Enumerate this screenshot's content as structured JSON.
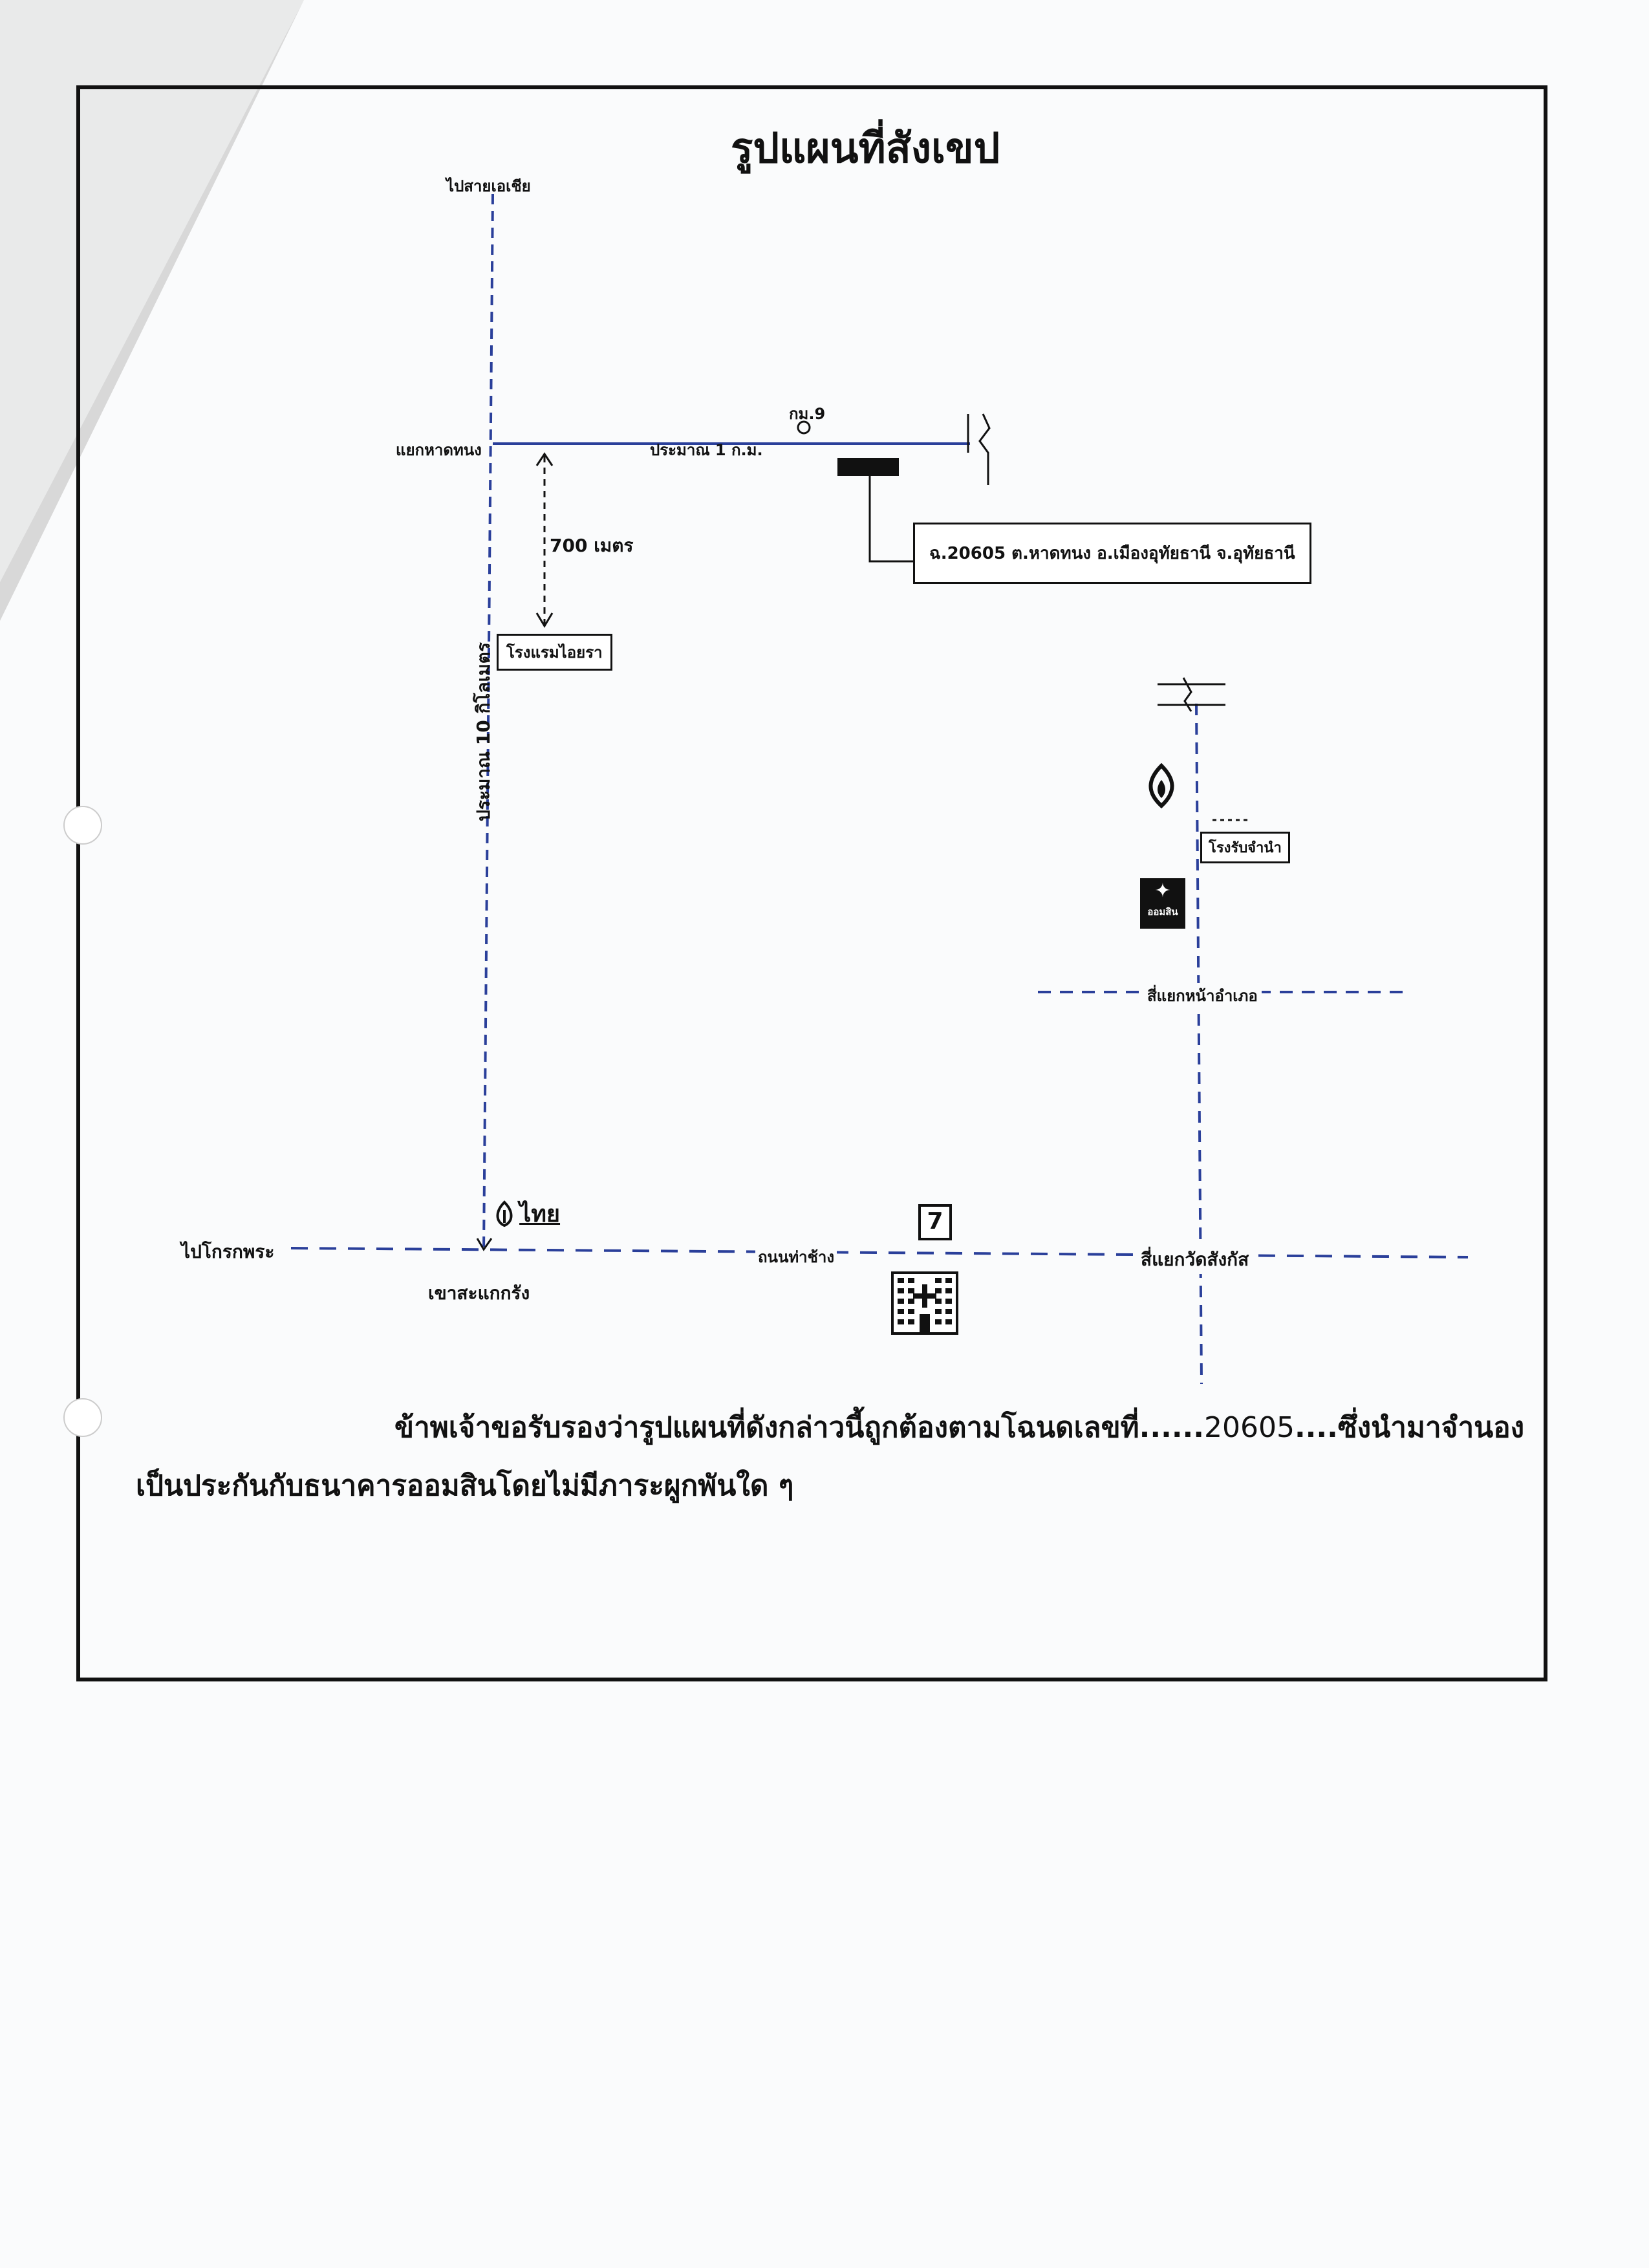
{
  "title": "รูปแผนที่สังเขป",
  "labels": {
    "to_asia_road": "ไปสายเอเชีย",
    "haad_thanong_junction": "แยกหาดทนง",
    "approx_1km": "ประมาณ 1 ก.ม.",
    "km_marker": "กม.9",
    "distance_700m": "700 เมตร",
    "hotel": "โรงแรมไอยรา",
    "approx_10km": "ประมาณ 10 กิโลเมตร",
    "deed_location": "ฉ.20605 ต.หาดทนง อ.เมืองอุทัยธานี จ.อุทัยธานี",
    "pawnshop": "โรงรับจำนำ",
    "gsb_logo_text": "ออมสิน",
    "district_office_junction": "สี่แยกหน้าอำเภอ",
    "to_krok_phra": "ไปโกรกพระ",
    "khao_sakae_krang": "เขาสะแกกรัง",
    "tha_chang_road": "ถนนท่าช้าง",
    "wat_sangkas_junction": "สี่แยกวัดสังกัส",
    "ptt_logo_text": "ไทย"
  },
  "certification": {
    "line1_prefix": "ข้าพเจ้าขอรับรองว่ารูปแผนที่ดังกล่าวนี้ถูกต้องตามโฉนดเลขที่......",
    "deed_number": "20605",
    "line1_suffix": "....ซึ่งนำมาจำนอง",
    "line2": "เป็นประกันกับธนาคารออมสินโดยไม่มีภาระผูกพันใด ๆ"
  },
  "icons": {
    "bangkok_bank_logo": "lotus-icon",
    "gsb_logo": "gsb-logo-icon",
    "seven_eleven_logo": "seven-eleven-icon",
    "hospital": "hospital-building-icon",
    "km_post": "circle-marker-icon",
    "ptt_station": "ptt-logo-icon"
  },
  "colors": {
    "road": "#2a3f9a",
    "ink": "#111111"
  }
}
